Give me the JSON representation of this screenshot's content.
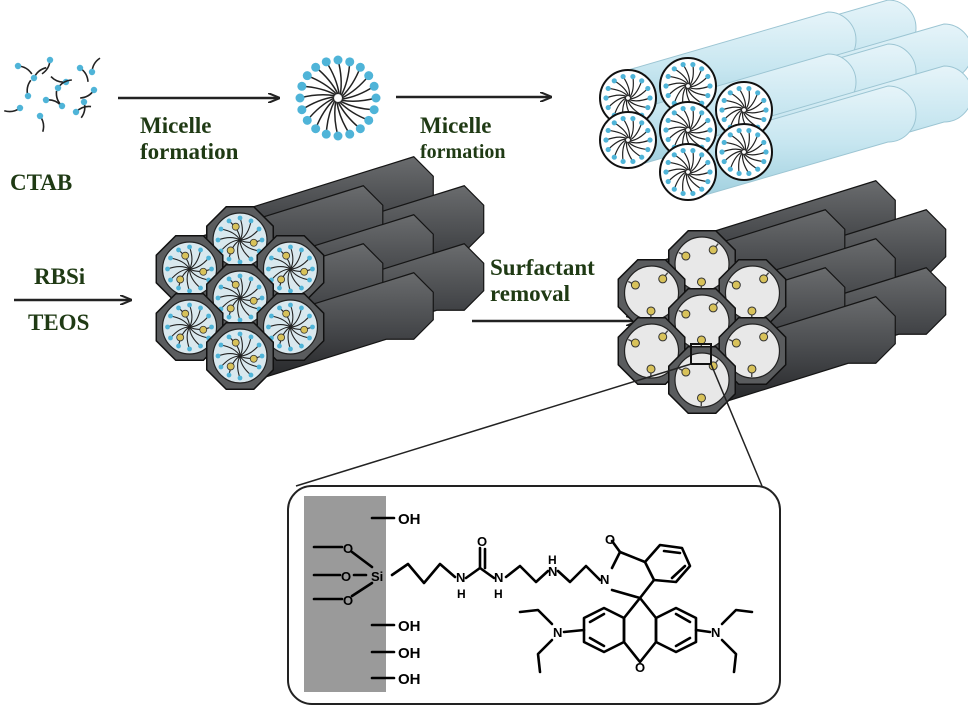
{
  "labels": {
    "ctab": "CTAB",
    "arrow1_line1": "Micelle",
    "arrow1_line2": "formation",
    "arrow2_line1": "Micelle",
    "arrow2_line2": "formation",
    "rbsi": "RBSi",
    "teos": "TEOS",
    "surfactant_line1": "Surfactant",
    "surfactant_line2": "removal"
  },
  "chemistry": {
    "hydroxyl": "OH",
    "oxygen": "O",
    "silicon": "Si",
    "nitrogen": "N",
    "hydrogen": "H"
  },
  "colors": {
    "label_text": "#1f3a14",
    "micelle_head": "#4fb4d8",
    "rod_light": "#c7e6f0",
    "silica_dark": "#3f4143",
    "silica_face": "#5a5c5e",
    "pore_empty": "#e8e8e8",
    "substrate": "#9a9a9a",
    "rbsi_dot": "#d8c25a"
  }
}
